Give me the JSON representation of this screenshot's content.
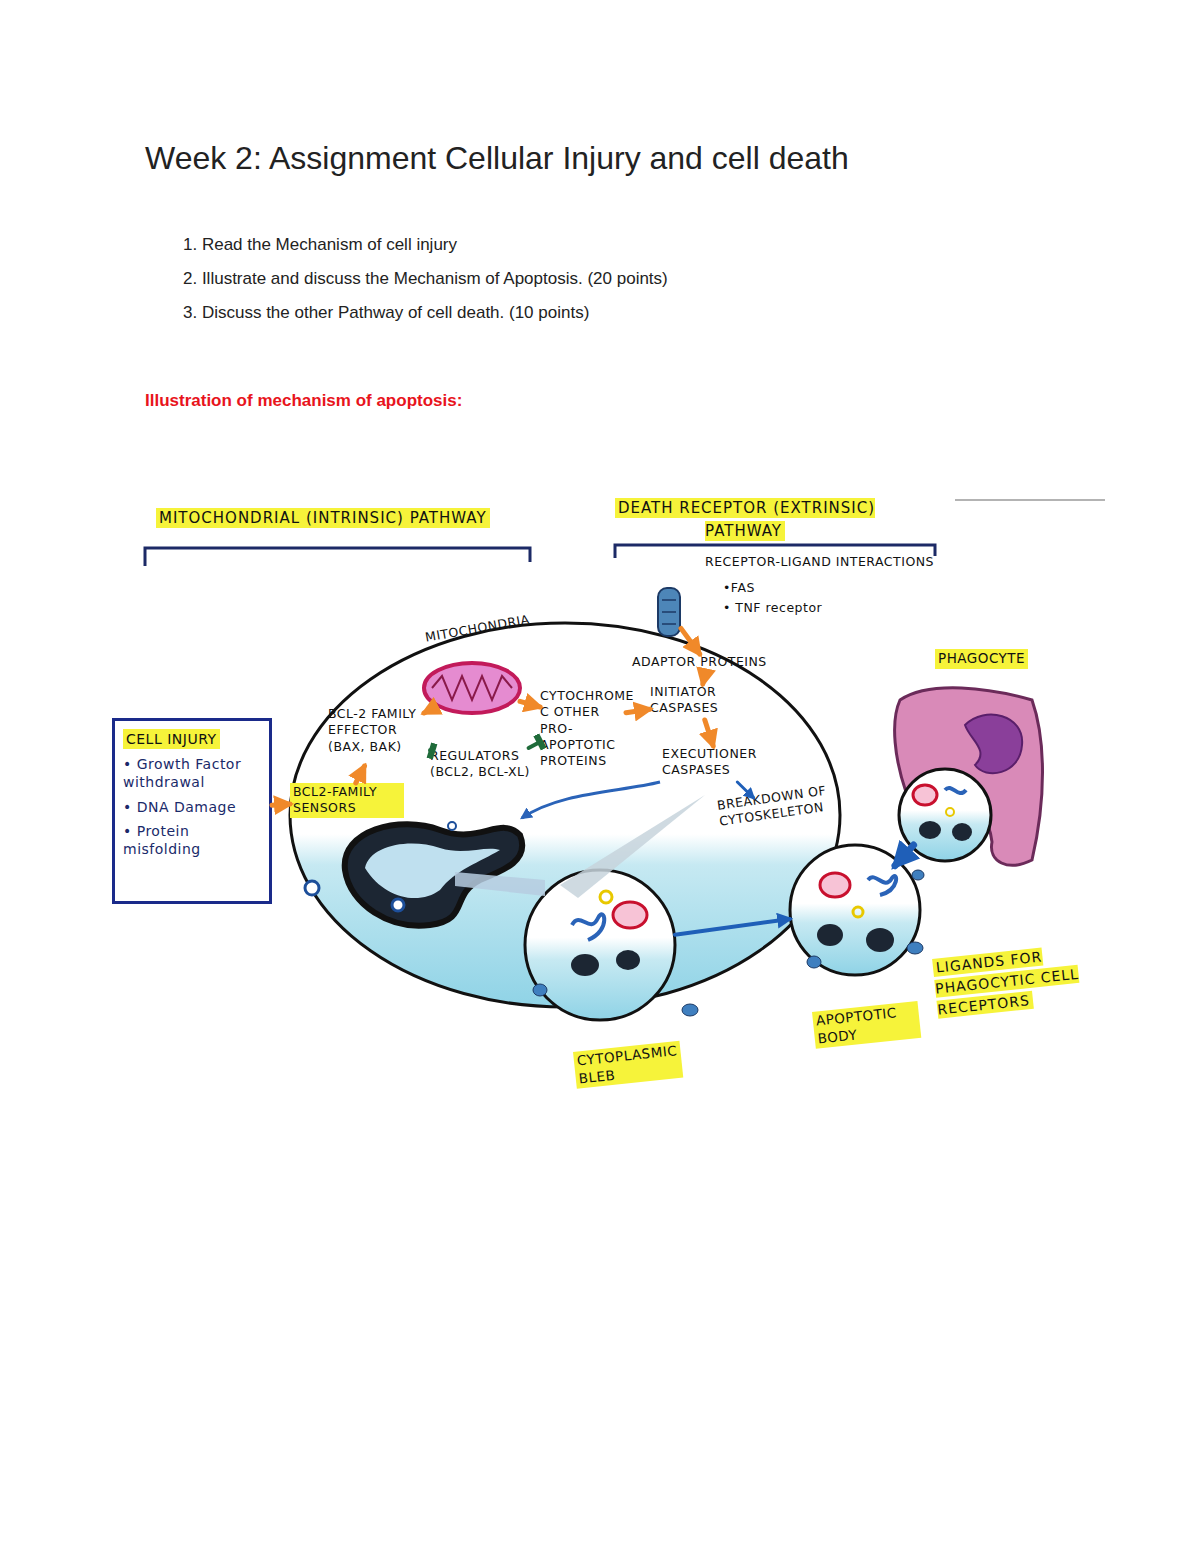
{
  "diagram": {
    "title": "Week 2: Assignment Cellular Injury and cell death",
    "nodes": [
      {
        "text": [
          "CELL INJURY",
          "• Growth Factor withdrawal",
          "• DNA Damage",
          "• Protein misfolding"
        ]
      },
      {
        "text": [
          "RECEPTOR-LIGAND INTERACTIONS",
          "•FAS",
          "• TNF receptor"
        ]
      },
      {
        "text": [
          "BCL2-FAMILY SENSORS"
        ]
      },
      {
        "text": [
          "BCL-2 FAMILY EFFECTOR (BAX, BAK)"
        ]
      },
      {
        "text": [
          "MITOCHONDRIA"
        ]
      },
      {
        "text": [
          "CYTOCHROME C OTHER PRO-APOPTOTIC PROTEINS"
        ]
      },
      {
        "text": [
          "REGULATORS (BCL2, BCL-XL)"
        ]
      },
      {
        "text": [
          "ADAPTOR PROTEINS"
        ]
      },
      {
        "text": [
          "INITIATOR CASPASES"
        ]
      },
      {
        "text": [
          "EXECUTIONER CASPASES"
        ]
      },
      {
        "text": [
          "BREAKDOWN OF CYTOSKELETON"
        ]
      },
      {
        "text": [
          "CYTOPLASMIC BLEB"
        ]
      },
      {
        "text": [
          "APOPTOTIC BODY"
        ]
      },
      {
        "text": [
          "PHAGOCYTE"
        ]
      }
    ],
    "edges": [
      {
        "from": 0,
        "to": 2,
        "arrow": "to"
      },
      {
        "from": 2,
        "to": 3,
        "arrow": "to"
      },
      {
        "from": 3,
        "to": 4,
        "arrow": "to"
      },
      {
        "from": 4,
        "to": 5,
        "arrow": "to"
      },
      {
        "from": 5,
        "to": 8,
        "arrow": "to"
      },
      {
        "from": 1,
        "to": 7,
        "arrow": "to"
      },
      {
        "from": 7,
        "to": 8,
        "arrow": "to"
      },
      {
        "from": 8,
        "to": 9,
        "arrow": "to"
      },
      {
        "from": 9,
        "to": 10,
        "arrow": "to"
      },
      {
        "from": 6,
        "to": 3,
        "arrow": "to"
      },
      {
        "from": 6,
        "to": 5,
        "arrow": "to"
      },
      {
        "from": 11,
        "to": 12,
        "arrow": "to"
      },
      {
        "from": 12,
        "to": 13,
        "arrow": "to"
      }
    ],
    "labels": [
      "1. Read the Mechanism of cell injury",
      "2. Illustrate and discuss the Mechanism of Apoptosis. (20 points)",
      "3. Discuss the other Pathway of cell death. (10 points)",
      "Illustration of mechanism of apoptosis:",
      "MITOCHONDRIAL (INTRINSIC) PATHWAY",
      "DEATH RECEPTOR (EXTRINSIC) PATHWAY",
      "LIGANDS FOR PHAGOCYTIC CELL RECEPTORS"
    ]
  }
}
